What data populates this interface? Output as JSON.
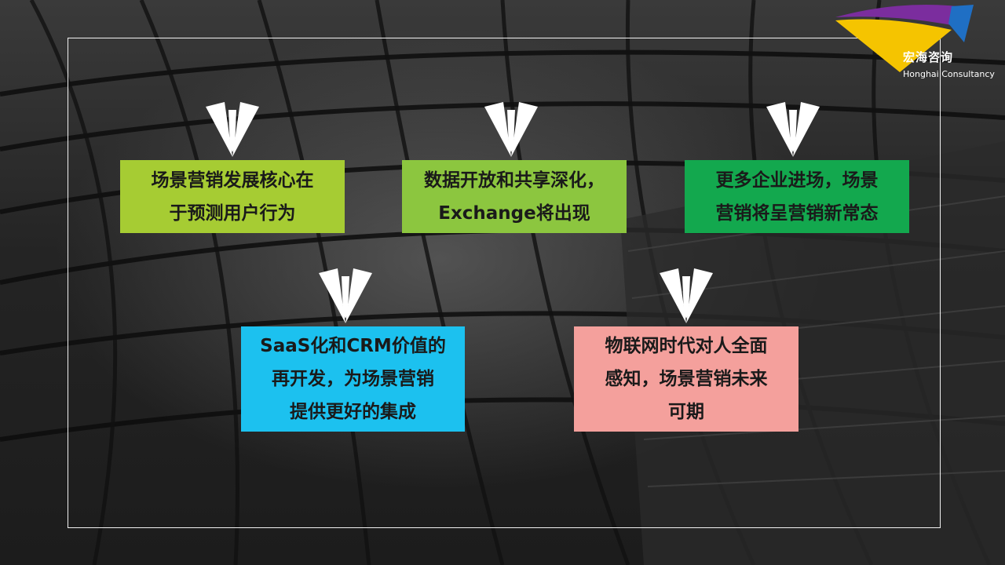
{
  "logo": {
    "name_cn": "宏海咨询",
    "name_en": "Honghai Consultancy",
    "colors": {
      "purple": "#7b2d9e",
      "blue": "#1f6fc4",
      "yellow": "#f5c400"
    }
  },
  "cards": [
    {
      "lines": [
        "场景营销发展核心在",
        "于预测用户行为"
      ],
      "color": "#a6cc33"
    },
    {
      "lines": [
        "数据开放和共享深化，",
        "Exchange将出现"
      ],
      "color": "#8cc63f"
    },
    {
      "lines": [
        "更多企业进场，场景",
        "营销将呈营销新常态"
      ],
      "color": "#13a84e"
    },
    {
      "lines": [
        "SaaS化和CRM价值的",
        "再开发，为场景营销",
        "提供更好的集成"
      ],
      "color": "#1cc1ef"
    },
    {
      "lines": [
        "物联网时代对人全面",
        "感知，场景营销未来",
        "可期"
      ],
      "color": "#f4a09c"
    }
  ],
  "icons": {
    "card_marker": "tie-icon"
  }
}
